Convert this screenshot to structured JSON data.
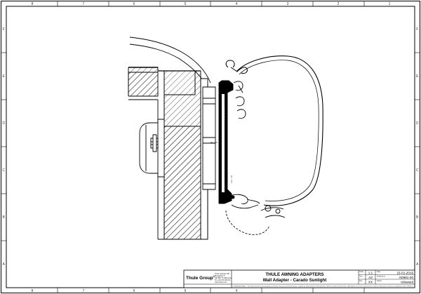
{
  "frame": {
    "columns": [
      "8",
      "7",
      "6",
      "5",
      "4",
      "3",
      "2",
      "1"
    ],
    "rows": [
      "F",
      "E",
      "D",
      "C",
      "B",
      "A"
    ]
  },
  "title_block": {
    "company": "Thule Group",
    "company_suffix": "®",
    "address_lines": [
      "Thule Sweden AB",
      "Borggatan 5",
      "SE-335 73 Hillerstorp",
      "Tel +46 370 229 00",
      "www.thule.com"
    ],
    "title": "THULE AWNING ADAPTERS",
    "subtitle": "Wall Adapter - Carado Sunlight",
    "scale": "1:1",
    "sheet_size": "A3",
    "revision": "XX",
    "date": "15-01-2016",
    "drawing_number": "AD681-00",
    "status": "released",
    "footer_note": "CONFIDENTIAL - This document is the property of Thule Group and shall not be copied or disclosed to third parties without written permission. All rights reserved. Tolerances unless otherwise stated according to ISO 2768-m.",
    "field_labels": {
      "scale": "Scale",
      "size": "Size",
      "date": "Date",
      "drawing": "Drawing no",
      "status": "Status",
      "revision": "Rev"
    }
  }
}
